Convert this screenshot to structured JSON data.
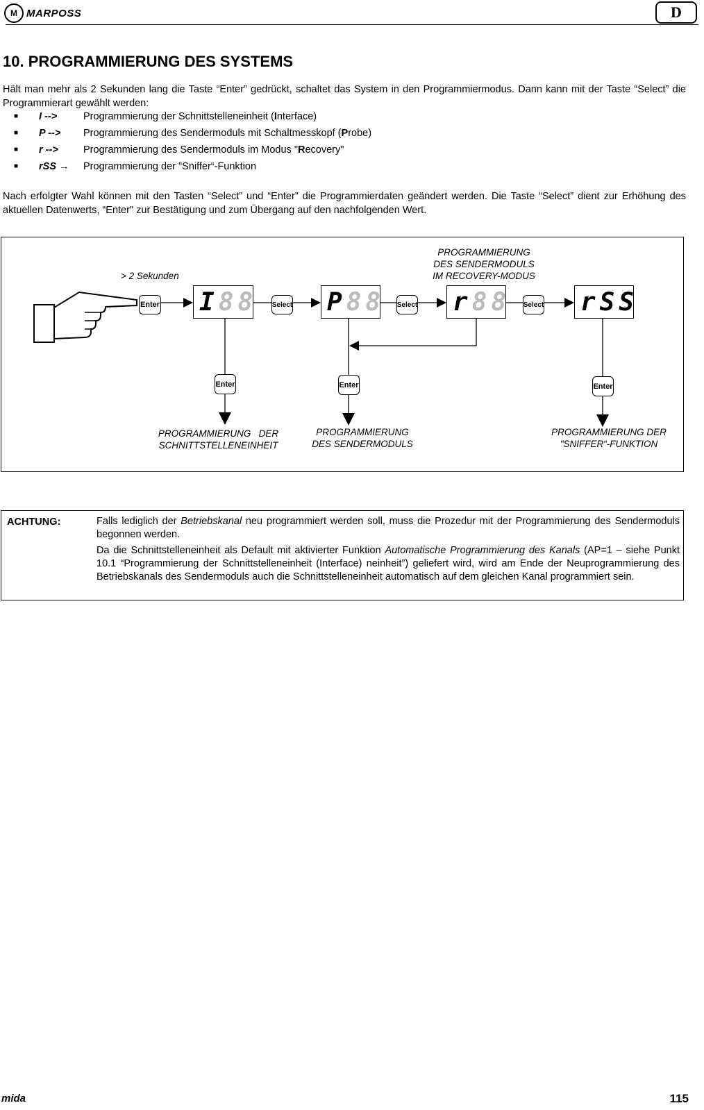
{
  "header": {
    "brand": "MARPOSS",
    "brand_mark": "M",
    "language_badge": "D"
  },
  "title": "10. PROGRAMMIERUNG DES SYSTEMS",
  "intro": "Hält man mehr als 2 Sekunden lang die Taste “Enter” gedrückt, schaltet das System in den Programmiermodus. Dann kann mit der Taste “Select” die Programmierart gewählt werden:",
  "bullets": [
    {
      "key": "I  -->",
      "pre": "Programmierung der Schnittstelleneinheit (",
      "bold": "I",
      "post": "nterface)"
    },
    {
      "key": "P  -->",
      "pre": "Programmierung des Sendermoduls mit Schaltmesskopf (",
      "bold": "P",
      "post": "robe)"
    },
    {
      "key": "r  -->",
      "pre": "Programmierung des Sendermoduls im Modus \"",
      "bold": "R",
      "post": "ecovery\""
    },
    {
      "key": "rSS →",
      "pre": "Programmierung der \"Sniffer“-Funktion",
      "bold": "",
      "post": ""
    }
  ],
  "para2": "Nach erfolgter Wahl können mit den Tasten “Select” und “Enter” die Programmierdaten geändert werden. Die Taste “Select” dient zur Erhöhung des aktuellen Datenwerts, “Enter\" zur Bestätigung und zum Übergang auf den nachfolgenden Wert.",
  "diagram": {
    "hold_label": "> 2 Sekunden",
    "enter_label": "Enter",
    "select_label": "Select",
    "displays": [
      {
        "lead": "I",
        "rest": "88"
      },
      {
        "lead": "P",
        "rest": "88"
      },
      {
        "lead": "r",
        "rest": "88"
      },
      {
        "lead": "rSS",
        "rest": ""
      }
    ],
    "label_recovery": [
      "PROGRAMMIERUNG",
      "DES SENDERMODULS",
      "IM RECOVERY-MODUS"
    ],
    "label_interface": [
      "PROGRAMMIERUNG   DER",
      "SCHNITTSTELLENEINHEIT"
    ],
    "label_sender": [
      "PROGRAMMIERUNG",
      "DES SENDERMODULS"
    ],
    "label_sniffer": [
      "PROGRAMMIERUNG DER",
      "\"SNIFFER“-FUNKTION"
    ]
  },
  "notice": {
    "label": "ACHTUNG:",
    "p1_a": "Falls lediglich der ",
    "p1_em": "Betriebskanal",
    "p1_b": " neu programmiert werden soll, muss die Prozedur mit der Programmierung des Sendermoduls begonnen werden.",
    "p2_a": "Da die Schnittstelleneinheit als Default mit aktivierter Funktion ",
    "p2_em": "Automatische Programmierung des Kanals",
    "p2_b": " (AP=1 – siehe Punkt 10.1 “Programmierung der Schnittstelleneinheit (Interface) neinheit”) geliefert wird,  wird am Ende der Neuprogrammierung des Betriebskanals des Sendermoduls auch die Schnittstelleneinheit automatisch auf dem gleichen Kanal programmiert sein."
  },
  "footer": {
    "left": "mida",
    "page": "115"
  }
}
